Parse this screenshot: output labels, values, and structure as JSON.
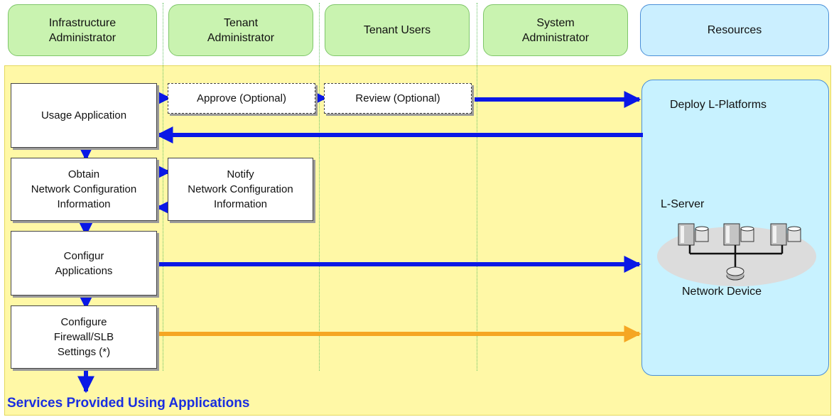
{
  "headers": {
    "infra_admin": "Infrastructure\nAdministrator",
    "tenant_admin": "Tenant\nAdministrator",
    "tenant_users": "Tenant Users",
    "system_admin": "System\nAdministrator",
    "resources": "Resources"
  },
  "steps": {
    "usage_application": "Usage Application",
    "approve": "Approve (Optional)",
    "review": "Review (Optional)",
    "obtain_network_info": "Obtain\nNetwork Configuration\nInformation",
    "notify_network_info": "Notify\nNetwork Configuration\nInformation",
    "configure_applications": "Configur\nApplications",
    "configure_firewall": "Configure\nFirewall/SLB\nSettings (*)"
  },
  "resources_panel": {
    "deploy_label": "Deploy L-Platforms",
    "lserver_label": "L-Server",
    "network_device_label": "Network Device"
  },
  "footer": "Services Provided Using Applications",
  "colors": {
    "flow_arrow": "#0a18e6",
    "firewall_arrow": "#f5a623",
    "lane_header": "#c9f3b0",
    "resources_header": "#cbefff",
    "band": "#fff8a6"
  }
}
